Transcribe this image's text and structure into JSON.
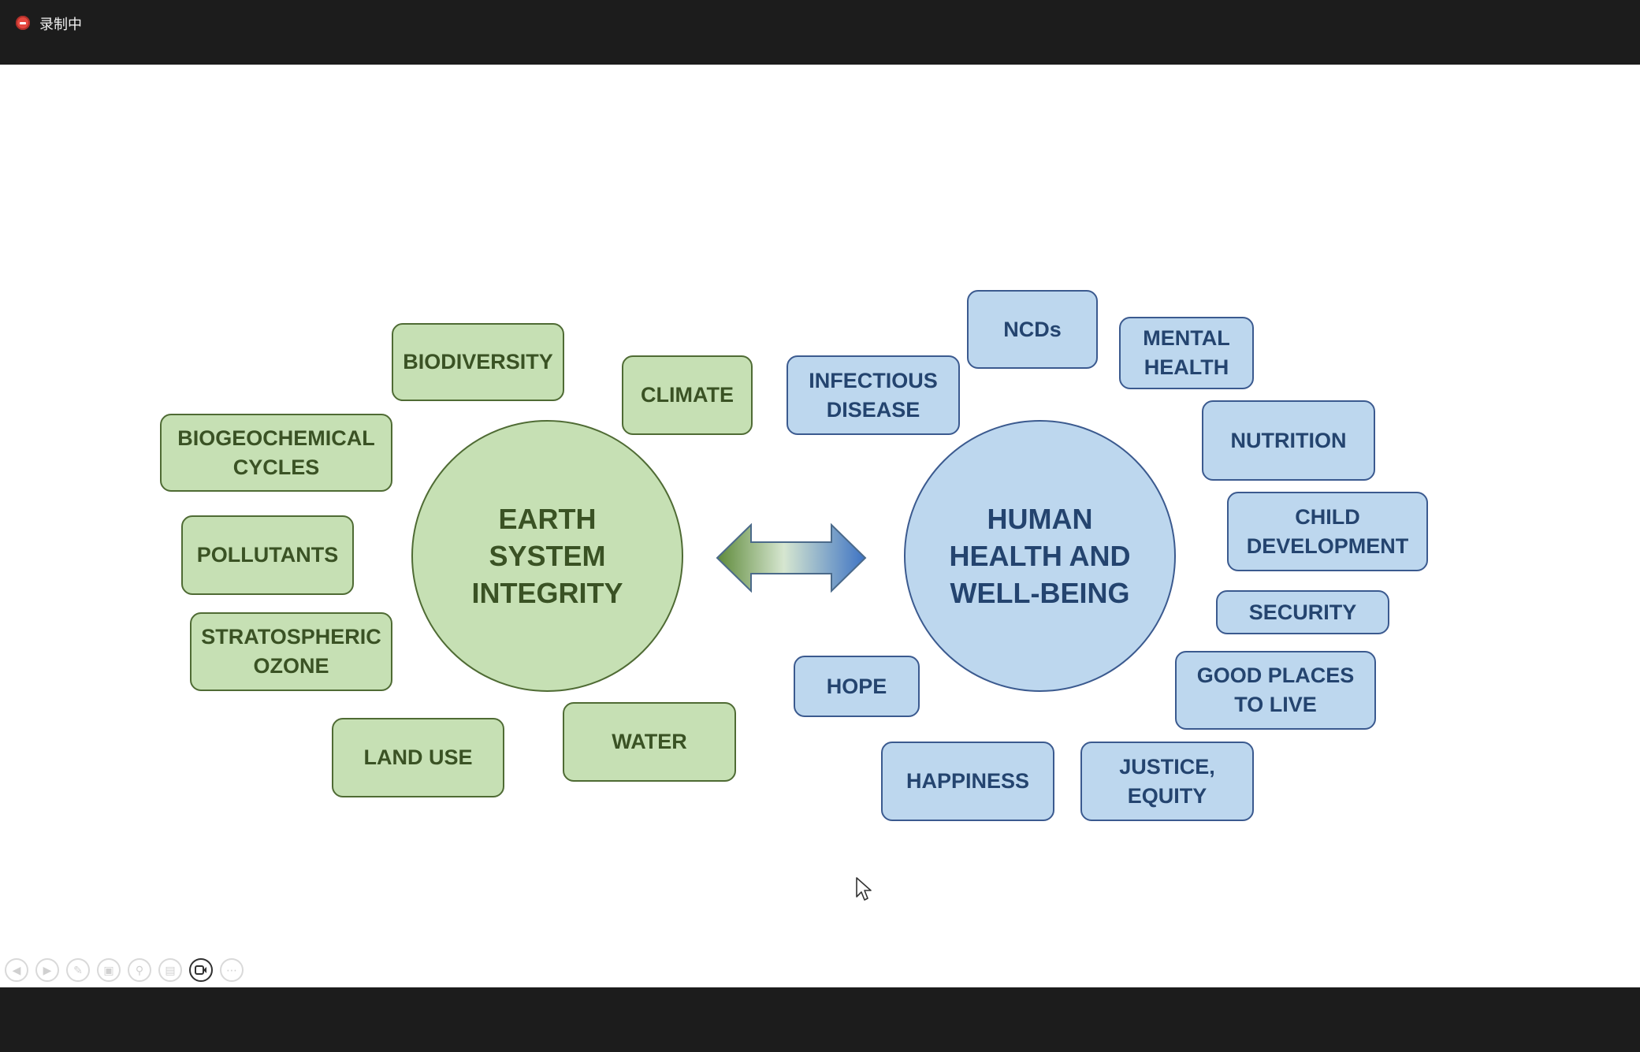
{
  "recording": {
    "label": "录制中"
  },
  "slide": {
    "left_circle": "EARTH\nSYSTEM\nINTEGRITY",
    "right_circle": "HUMAN\nHEALTH AND\nWELL-BEING",
    "earth_items": {
      "biodiversity": "BIODIVERSITY",
      "climate": "CLIMATE",
      "biogeochemical": "BIOGEOCHEMICAL\nCYCLES",
      "pollutants": "POLLUTANTS",
      "ozone": "STRATOSPHERIC\nOZONE",
      "land_use": "LAND USE",
      "water": "WATER"
    },
    "health_items": {
      "infectious": "INFECTIOUS\nDISEASE",
      "ncds": "NCDs",
      "mental": "MENTAL\nHEALTH",
      "nutrition": "NUTRITION",
      "child": "CHILD\nDEVELOPMENT",
      "security": "SECURITY",
      "good_places": "GOOD PLACES\nTO LIVE",
      "hope": "HOPE",
      "happiness": "HAPPINESS",
      "justice": "JUSTICE,\nEQUITY"
    },
    "colors": {
      "earth_fill": "#c6e0b4",
      "earth_border": "#4f6b34",
      "health_fill": "#bdd7ee",
      "health_border": "#3b5a8f"
    }
  },
  "toolbar": {
    "icons": [
      "previous-icon",
      "next-icon",
      "pen-icon",
      "slides-icon",
      "zoom-icon",
      "subtitle-icon",
      "camera-icon",
      "more-icon"
    ]
  }
}
